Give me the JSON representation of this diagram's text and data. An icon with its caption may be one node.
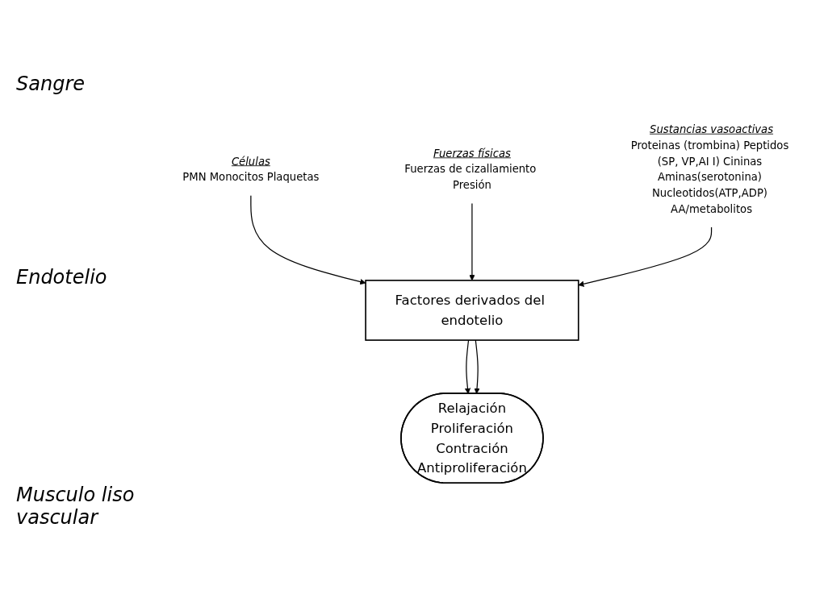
{
  "diagram": {
    "nodes": [
      {
        "text": [
          "Células",
          "PMN Monocitos Plaquetas"
        ]
      },
      {
        "text": [
          "Fuerzas físicas",
          "Fuerzas de cizallamiento Presión"
        ]
      },
      {
        "text": [
          "Sustancias vasoactivas",
          "Proteinas (trombina) Peptidos (SP, VP,AI I) Cininas Aminas(serotonina) Nucleotidos(ATP,ADP) AA/metabolitos"
        ]
      },
      {
        "text": [
          "Factores derivados del endotelio"
        ]
      },
      {
        "text": [
          "Relajación",
          "Proliferación",
          "Contración",
          "Antiproliferación"
        ]
      }
    ],
    "edges": [
      {
        "from": 0,
        "to": 3,
        "arrow": "to"
      },
      {
        "from": 1,
        "to": 3,
        "arrow": "to"
      },
      {
        "from": 2,
        "to": 3,
        "arrow": "to"
      },
      {
        "from": 3,
        "to": 4,
        "arrow": "to"
      },
      {
        "from": 3,
        "to": 4,
        "arrow": "to"
      }
    ],
    "labels": [
      "Sangre",
      "Endotelio",
      "Musculo liso vascular"
    ]
  }
}
